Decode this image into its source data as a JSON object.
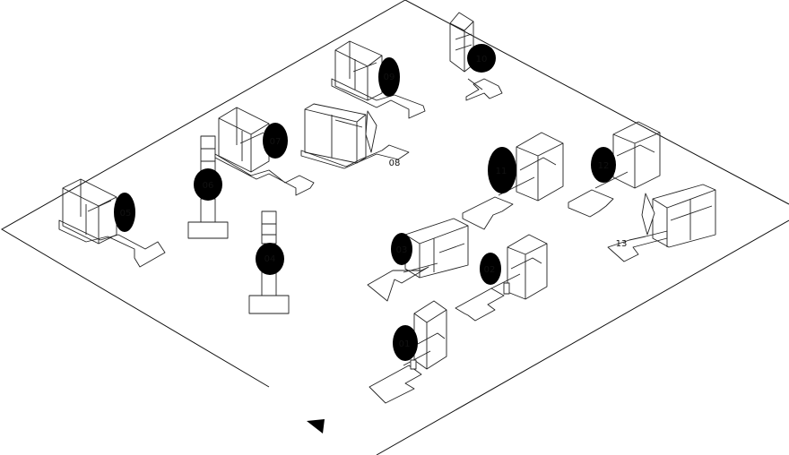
{
  "diagram": {
    "units": [
      {
        "id": "01",
        "label": "01"
      },
      {
        "id": "02",
        "label": "02"
      },
      {
        "id": "03",
        "label": "03"
      },
      {
        "id": "04",
        "label": "04"
      },
      {
        "id": "05",
        "label": "05"
      },
      {
        "id": "06",
        "label": "06"
      },
      {
        "id": "07",
        "label": "07"
      },
      {
        "id": "08",
        "label": "08"
      },
      {
        "id": "09",
        "label": "09"
      },
      {
        "id": "10",
        "label": "10"
      },
      {
        "id": "11",
        "label": "11"
      },
      {
        "id": "12",
        "label": "12"
      },
      {
        "id": "13",
        "label": "13"
      }
    ]
  }
}
